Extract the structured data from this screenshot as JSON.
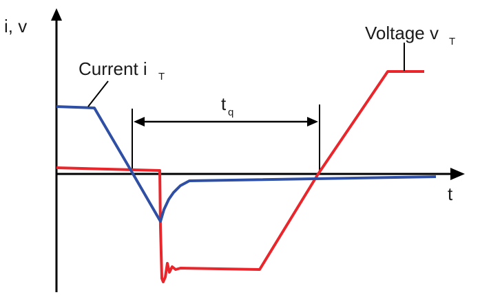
{
  "labels": {
    "y_axis": "i, v",
    "x_axis": "t",
    "current_main": "Current i",
    "current_sub": "T",
    "voltage_main": "Voltage v",
    "voltage_sub": "T",
    "tq_main": "t",
    "tq_sub": "q"
  },
  "colors": {
    "current": "#2e4fa3",
    "voltage": "#e8262b",
    "axis": "#000000"
  }
}
